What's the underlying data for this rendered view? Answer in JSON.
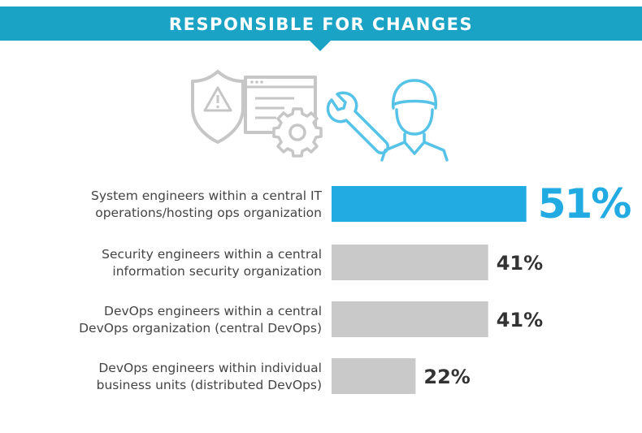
{
  "header": {
    "title": "RESPONSIBLE FOR CHANGES"
  },
  "icons": [
    "shield-warning-icon",
    "browser-window-icon",
    "gear-icon",
    "wrench-icon",
    "engineer-person-icon"
  ],
  "colors": {
    "banner": "#1ba3c6",
    "highlight": "#22abe2",
    "bar": "#c9c9c9",
    "icon_gray": "#c6c6c6",
    "icon_blue": "#55c2e8"
  },
  "chart_data": {
    "type": "bar",
    "orientation": "horizontal",
    "title": "RESPONSIBLE FOR CHANGES",
    "categories": [
      [
        "System engineers within a central IT",
        "operations/hosting ops organization"
      ],
      [
        "Security engineers within a central",
        "information security organization"
      ],
      [
        "DevOps engineers within a central",
        "DevOps organization (central DevOps)"
      ],
      [
        "DevOps engineers within individual",
        "business units (distributed DevOps)"
      ]
    ],
    "values": [
      51,
      41,
      41,
      22
    ],
    "value_labels": [
      "51%",
      "41%",
      "41%",
      "22%"
    ],
    "highlight_index": 0,
    "xlim": [
      0,
      100
    ],
    "grid": false,
    "legend": "none"
  }
}
